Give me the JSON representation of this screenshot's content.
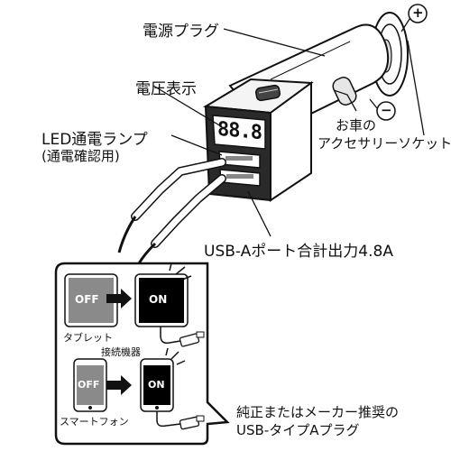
{
  "labels": {
    "power_plug": "電源プラグ",
    "voltage_display": "電圧表示",
    "led_lamp_line1": "LED通電ランプ",
    "led_lamp_line2": "(通電確認用)",
    "car_socket_line1": "お車の",
    "car_socket_line2": "アクセサリーソケット",
    "usb_output": "USB-Aポート合計出力4.8A",
    "connected_devices": "接続機器",
    "tablet": "タブレット",
    "smartphone": "スマートフォン",
    "cable_note_line1": "純正またはメーカー推奨の",
    "cable_note_line2": "USB-タイプAプラグ"
  },
  "symbols": {
    "plus": "+",
    "minus": "−"
  },
  "display": {
    "digits": "88.8"
  },
  "states": {
    "off": "OFF",
    "on": "ON"
  },
  "colors": {
    "screen_off": "#8a8a8a",
    "screen_on": "#000000",
    "line": "#111111"
  }
}
